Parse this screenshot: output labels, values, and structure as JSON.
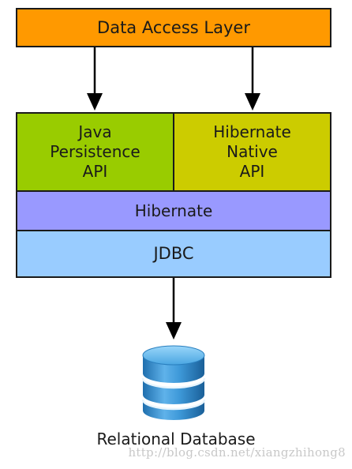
{
  "layers": {
    "data_access": "Data Access Layer",
    "jpa": "Java\nPersistence\nAPI",
    "hibernate_native": "Hibernate\nNative\nAPI",
    "hibernate": "Hibernate",
    "jdbc": "JDBC"
  },
  "database": {
    "label": "Relational Database",
    "icon": "database-cylinder-icon"
  },
  "watermark": "http://blog.csdn.net/xiangzhihong8",
  "colors": {
    "data_access": "#ff9900",
    "jpa": "#99cc00",
    "hibernate_native": "#cccc00",
    "hibernate": "#9999ff",
    "jdbc": "#99ccff",
    "database": "#2f8ecf"
  }
}
